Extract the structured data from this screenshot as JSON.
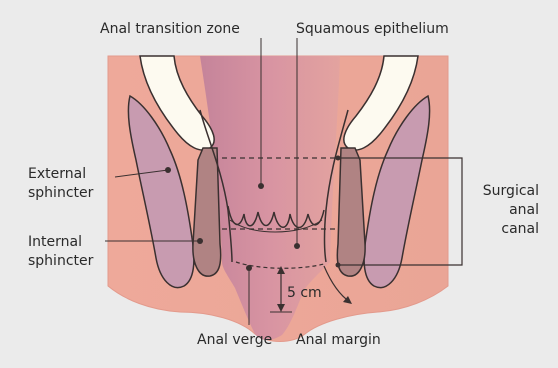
{
  "labels": {
    "anal_transition_zone": "Anal transition zone",
    "squamous_epithelium": "Squamous epithelium",
    "external_sphincter_line1": "External",
    "external_sphincter_line2": "sphincter",
    "internal_sphincter_line1": "Internal",
    "internal_sphincter_line2": "sphincter",
    "surgical_anal_canal_line1": "Surgical",
    "surgical_anal_canal_line2": "anal",
    "surgical_anal_canal_line3": "canal",
    "distance": "5 cm",
    "anal_verge": "Anal verge",
    "anal_margin": "Anal margin"
  },
  "colors": {
    "background": "#ebebeb",
    "outer_tissue": "#eda799",
    "canal": "#d08a9b",
    "external_sphincter": "#c89bb0",
    "internal_sphincter": "#b08383",
    "bone": "#fdfaf0",
    "outline": "#3a3030",
    "text": "#2a2a2a"
  }
}
